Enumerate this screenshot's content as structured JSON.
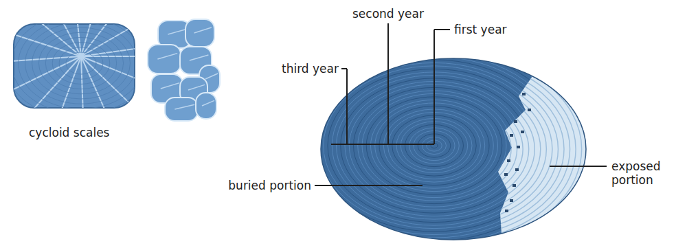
{
  "diagram": {
    "labels": [
      "cycloid scales",
      "third year",
      "second year",
      "first year",
      "buried portion",
      "exposed portion"
    ]
  }
}
